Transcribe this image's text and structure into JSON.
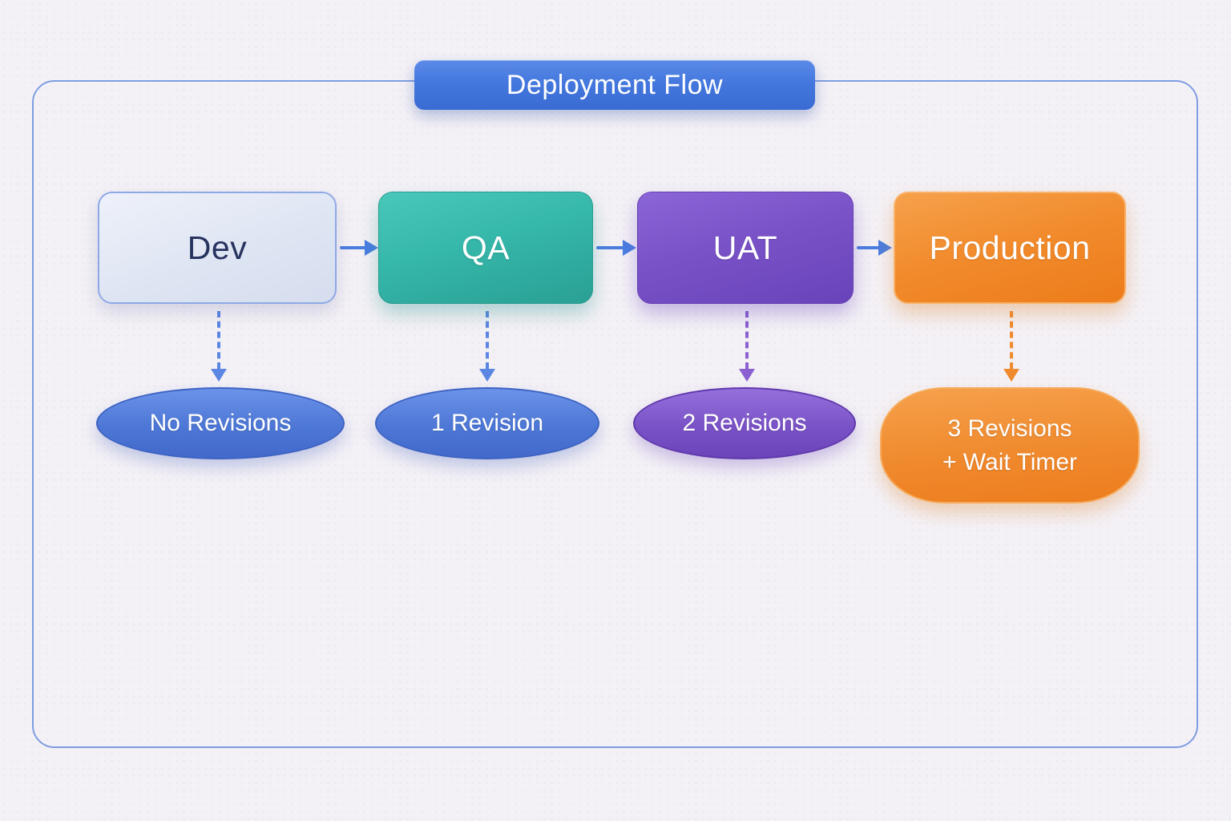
{
  "title": "Deployment Flow",
  "stages": [
    {
      "label": "Dev",
      "revision_label": "No Revisions"
    },
    {
      "label": "QA",
      "revision_label": "1 Revision"
    },
    {
      "label": "UAT",
      "revision_label": "2 Revisions"
    },
    {
      "label": "Production",
      "revision_label": "3 Revisions",
      "revision_label_line2": "+ Wait Timer"
    }
  ],
  "colors": {
    "background": "#f4f1f6",
    "frame_border": "#7e9ce2",
    "title_badge": "#4377dd",
    "solid_arrow": "#4a7de0",
    "dev_fill": "#dde4f2",
    "dev_border": "#8ea9e6",
    "dev_text": "#27335f",
    "qa_fill": "#35b7a9",
    "uat_fill": "#7a52c7",
    "production_fill": "#f18a2b",
    "bubble_blue": "#4d77d6",
    "bubble_purple": "#7a52c7",
    "bubble_orange": "#f08a2e",
    "connector_blue": "#5b86e2",
    "connector_purple": "#8a5fd0",
    "connector_orange": "#f08a2e",
    "text_light": "#ffffff"
  }
}
